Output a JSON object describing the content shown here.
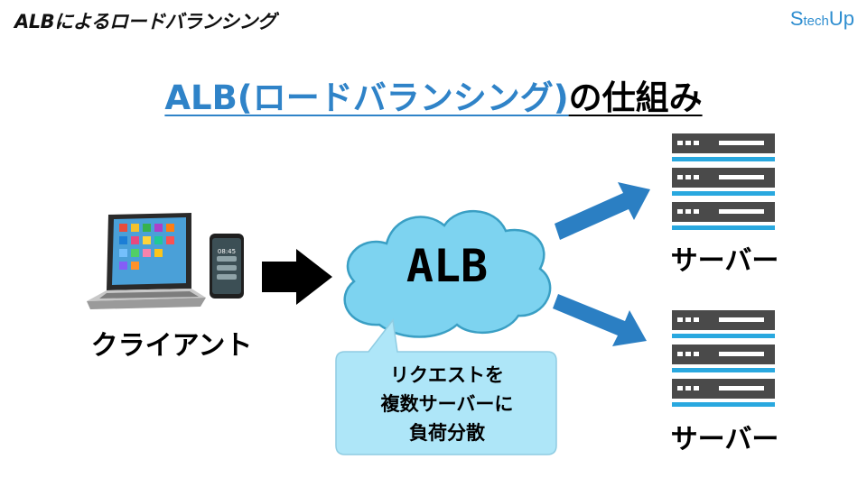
{
  "header": {
    "text": "ALBによるロードバランシング"
  },
  "logo": {
    "text_main": "S",
    "text_small": "tech",
    "text_end": "Up"
  },
  "title": {
    "blue_part": "ALB(ロードバランシング)",
    "black_part": "の仕組み"
  },
  "client": {
    "label": "クライアント",
    "phone_time": "08:45"
  },
  "alb": {
    "label": "ALB"
  },
  "bubble": {
    "lines": [
      "リクエストを",
      "複数サーバーに",
      "負荷分散"
    ]
  },
  "servers": [
    {
      "label": "サーバー"
    },
    {
      "label": "サーバー"
    }
  ],
  "colors": {
    "title_blue": "#2f83c8",
    "arrow_blue": "#2b7fc3",
    "cloud_fill": "#7dd3f0",
    "server_dark": "#4a4a4a",
    "server_stripe": "#29a8df"
  },
  "icons": [
    "laptop-icon",
    "smartphone-icon",
    "right-arrow-icon",
    "cloud-icon",
    "server-rack-icon"
  ]
}
